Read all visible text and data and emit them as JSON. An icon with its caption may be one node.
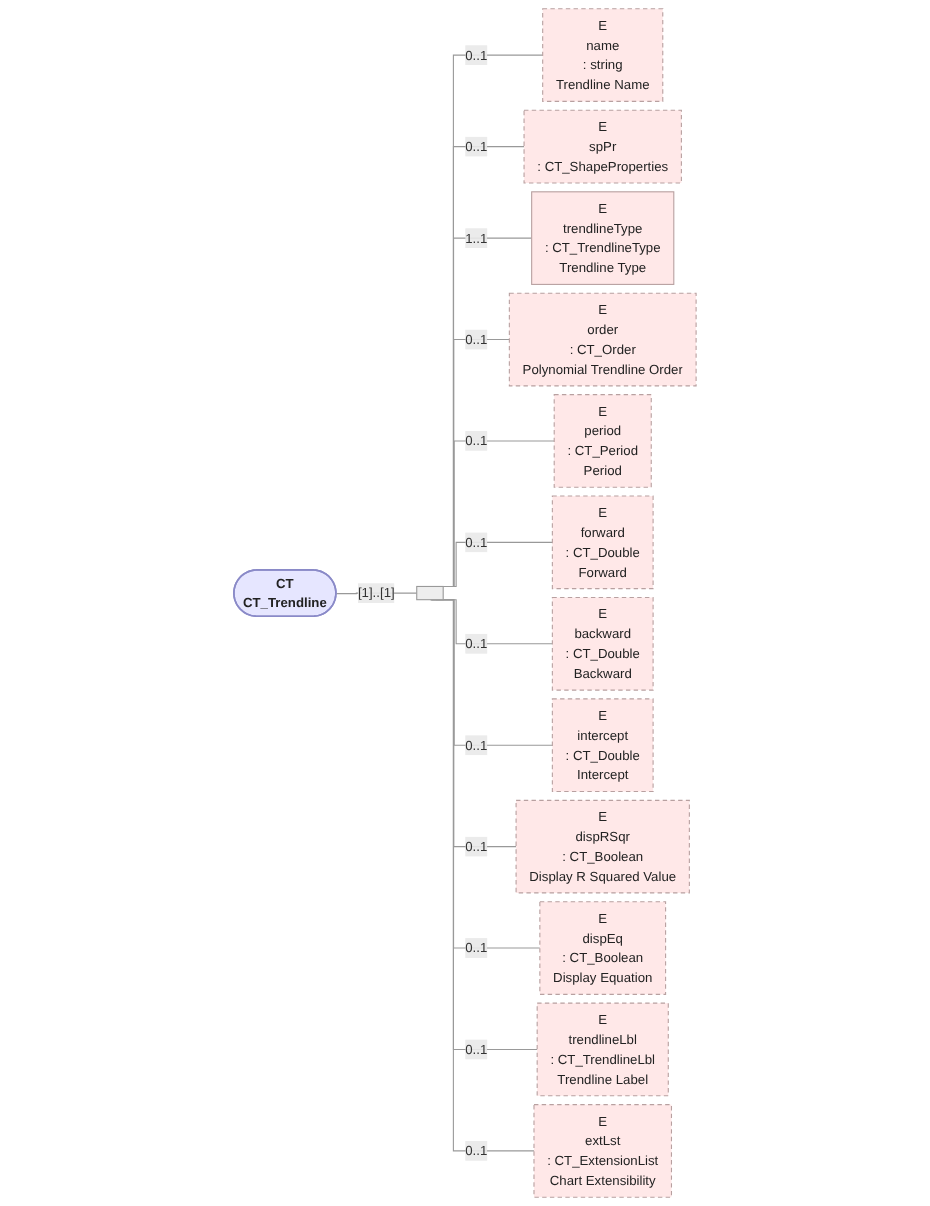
{
  "diagram": {
    "nodes": [
      {
        "text": [
          "CT",
          "CT_Trendline"
        ]
      },
      {
        "text": [],
        "shape": "bar"
      },
      {
        "text": [
          "E",
          "name",
          ": string",
          "Trendline Name"
        ]
      },
      {
        "text": [
          "E",
          "spPr",
          ": CT_ShapeProperties"
        ]
      },
      {
        "text": [
          "E",
          "trendlineType",
          ": CT_TrendlineType",
          "Trendline Type"
        ]
      },
      {
        "text": [
          "E",
          "order",
          ": CT_Order",
          "Polynomial Trendline Order"
        ]
      },
      {
        "text": [
          "E",
          "period",
          ": CT_Period",
          "Period"
        ]
      },
      {
        "text": [
          "E",
          "forward",
          ": CT_Double",
          "Forward"
        ]
      },
      {
        "text": [
          "E",
          "backward",
          ": CT_Double",
          "Backward"
        ]
      },
      {
        "text": [
          "E",
          "intercept",
          ": CT_Double",
          "Intercept"
        ]
      },
      {
        "text": [
          "E",
          "dispRSqr",
          ": CT_Boolean",
          "Display R Squared Value"
        ]
      },
      {
        "text": [
          "E",
          "dispEq",
          ": CT_Boolean",
          "Display Equation"
        ]
      },
      {
        "text": [
          "E",
          "trendlineLbl",
          ": CT_TrendlineLbl",
          "Trendline Label"
        ]
      },
      {
        "text": [
          "E",
          "extLst",
          ": CT_ExtensionList",
          "Chart Extensibility"
        ]
      }
    ],
    "edges": [
      {
        "from": 0,
        "to": 1,
        "arrow": "none",
        "label": "[1]..[1]"
      },
      {
        "from": 1,
        "to": 2,
        "arrow": "none",
        "label": "0..1"
      },
      {
        "from": 1,
        "to": 3,
        "arrow": "none",
        "label": "0..1"
      },
      {
        "from": 1,
        "to": 4,
        "arrow": "none",
        "label": "1..1"
      },
      {
        "from": 1,
        "to": 5,
        "arrow": "none",
        "label": "0..1"
      },
      {
        "from": 1,
        "to": 6,
        "arrow": "none",
        "label": "0..1"
      },
      {
        "from": 1,
        "to": 7,
        "arrow": "none",
        "label": "0..1"
      },
      {
        "from": 1,
        "to": 8,
        "arrow": "none",
        "label": "0..1"
      },
      {
        "from": 1,
        "to": 9,
        "arrow": "none",
        "label": "0..1"
      },
      {
        "from": 1,
        "to": 10,
        "arrow": "none",
        "label": "0..1"
      },
      {
        "from": 1,
        "to": 11,
        "arrow": "none",
        "label": "0..1"
      },
      {
        "from": 1,
        "to": 12,
        "arrow": "none",
        "label": "0..1"
      },
      {
        "from": 1,
        "to": 13,
        "arrow": "none",
        "label": "0..1"
      }
    ]
  }
}
